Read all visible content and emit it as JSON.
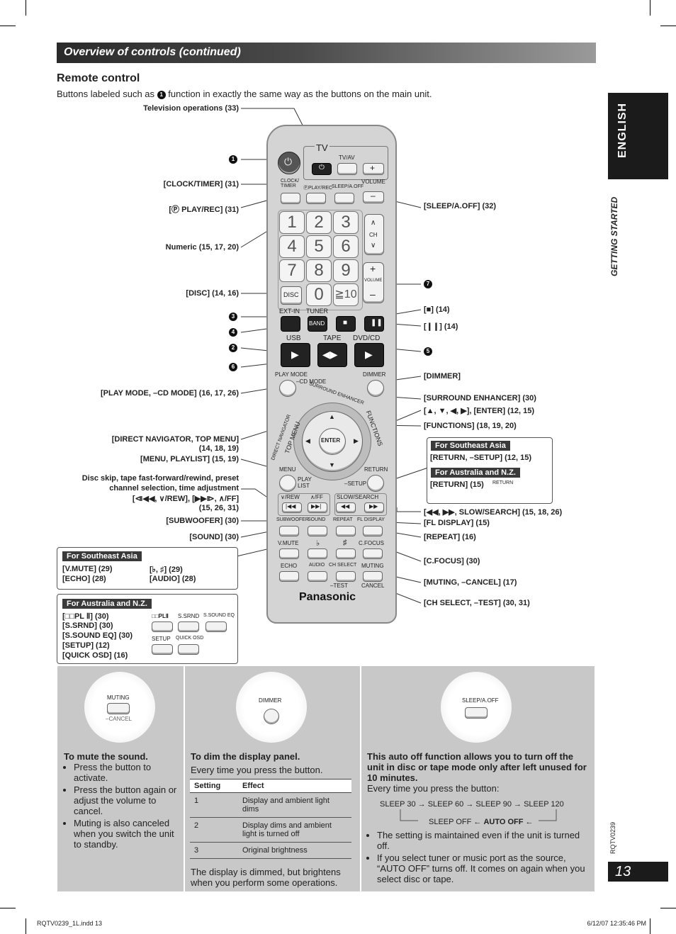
{
  "header": {
    "title": "Overview of controls (continued)"
  },
  "side_tab": {
    "label": "ENGLISH",
    "section": "GETTING STARTED",
    "code": "RQTV0239"
  },
  "page_number": "13",
  "intro": {
    "heading": "Remote control",
    "text_before": "Buttons labeled such as",
    "marker": "1",
    "text_after": "function in exactly the same way as the buttons on the main unit."
  },
  "left_labels": {
    "tv_ops": "Television operations (33)",
    "one": "1",
    "clock": "[CLOCK/TIMER] (31)",
    "playrec": "[Ⓟ PLAY/REC] (31)",
    "numeric": "Numeric (15, 17, 20)",
    "disc": "[DISC] (14, 16)",
    "three": "3",
    "four": "4",
    "two": "2",
    "six": "6",
    "playmode": "[PLAY MODE, –CD MODE] (16, 17, 26)",
    "direct_nav_1": "[DIRECT NAVIGATOR, TOP MENU]",
    "direct_nav_2": "(14, 18, 19)",
    "menu": "[MENU, PLAYLIST] (15, 19)",
    "skip_1": "Disc skip, tape fast-forward/rewind, preset",
    "skip_2": "channel selection, time adjustment",
    "skip_3": "[⧏◀◀, ∨/REW], [▶▶⧐, ∧/FF]",
    "skip_4": "(15, 26, 31)",
    "subwoofer": "[SUBWOOFER] (30)",
    "sound": "[SOUND] (30)"
  },
  "right_labels": {
    "sleep": "[SLEEP/A.OFF] (32)",
    "seven": "7",
    "stop": "[■] (14)",
    "pause": "[❙❙] (14)",
    "five": "5",
    "dimmer": "[DIMMER]",
    "surround": "[SURROUND ENHANCER] (30)",
    "enter": "[▲, ▼, ◀, ▶], [ENTER] (12, 15)",
    "functions": "[FUNCTIONS] (18, 19, 20)",
    "slow": "[◀◀, ▶▶, SLOW/SEARCH] (15, 18, 26)",
    "fldisplay": "[FL DISPLAY] (15)",
    "repeat": "[REPEAT] (16)",
    "cfocus": "[C.FOCUS] (30)",
    "muting": "[MUTING, –CANCEL] (17)",
    "chselect": "[CH SELECT, –TEST] (30, 31)"
  },
  "return_box": {
    "sea_header": "For Southeast Asia",
    "sea_text": "[RETURN, –SETUP] (12, 15)",
    "anz_header": "For Australia and N.Z.",
    "anz_text": "[RETURN] (15)",
    "anz_icon": "RETURN"
  },
  "sea_box": {
    "header": "For Southeast Asia",
    "items": [
      "[V.MUTE] (29)",
      "[ECHO] (28)",
      "[♭, ♯] (29)",
      "[AUDIO] (28)"
    ]
  },
  "anz_box": {
    "header": "For Australia and N.Z.",
    "items": [
      "[□□PL Ⅱ] (30)",
      "[S.SRND] (30)",
      "[S.SOUND EQ] (30)",
      "[SETUP] (12)",
      "[QUICK OSD] (16)"
    ],
    "btn_labels": [
      "□□PLⅡ",
      "S.SRND",
      "S.SOUND EQ",
      "SETUP",
      "QUICK OSD"
    ]
  },
  "remote": {
    "tv": "TV",
    "tvav": "TV/AV",
    "volume": "VOLUME",
    "clock": "CLOCK/ TIMER",
    "playrec": "ⓅPLAY/REC",
    "sleep": "SLEEP/A.OFF",
    "digits": [
      "1",
      "2",
      "3",
      "4",
      "5",
      "6",
      "7",
      "8",
      "9",
      "0",
      "≧10"
    ],
    "disc": "DISC",
    "ch": "CH",
    "extin": "EXT-IN",
    "tuner": "TUNER",
    "band": "BAND",
    "usb": "USB",
    "tape": "TAPE",
    "dvdcd": "DVD/CD",
    "playmode": "PLAY MODE",
    "cdmode": "–CD MODE",
    "dimmer": "DIMMER",
    "surround": "SURROUND ENHANCER",
    "direct_nav": "DIRECT NAVIGATOR",
    "top_menu": "TOP MENU",
    "functions": "FUNCTIONS",
    "enter": "ENTER",
    "menu": "MENU",
    "playlist": "PLAY LIST",
    "return": "RETURN",
    "setup": "–SETUP",
    "vrew": "∨/REW",
    "aff": "∧/FF",
    "slow": "SLOW/SEARCH",
    "subwoofer": "SUBWOOFER",
    "sound": "SOUND",
    "repeat": "REPEAT",
    "fldisplay": "FL DISPLAY",
    "vmute": "V.MUTE",
    "flat": "♭",
    "sharp": "♯",
    "cfocus": "C.FOCUS",
    "echo": "ECHO",
    "audio": "AUDIO",
    "chselect": "CH SELECT",
    "muting": "MUTING",
    "test": "–TEST",
    "cancel": "CANCEL",
    "brand": "Panasonic"
  },
  "panels": {
    "mute": {
      "btn_label": "MUTING",
      "btn_sub": "–CANCEL",
      "title": "To mute the sound.",
      "bullets": [
        "Press the button to activate.",
        "Press the button again or adjust the volume to cancel.",
        "Muting is also canceled when you switch the unit to standby."
      ]
    },
    "dim": {
      "btn_label": "DIMMER",
      "title": "To dim the display panel.",
      "intro": "Every time you press the button.",
      "col_setting": "Setting",
      "col_effect": "Effect",
      "rows": [
        {
          "setting": "1",
          "effect": "Display and ambient light dims"
        },
        {
          "setting": "2",
          "effect": "Display dims and ambient light is turned off"
        },
        {
          "setting": "3",
          "effect": "Original brightness"
        }
      ],
      "footer": "The display is dimmed, but brightens when you perform some operations."
    },
    "sleep": {
      "btn_label": "SLEEP/A.OFF",
      "title": "This auto off function allows you to turn off the unit in disc or tape mode only after left unused for 10 minutes.",
      "intro": "Every time you press the button:",
      "seq": [
        "SLEEP 30",
        "SLEEP 60",
        "SLEEP 90",
        "SLEEP 120"
      ],
      "seq_off": "SLEEP OFF",
      "seq_auto": "AUTO OFF",
      "bullets": [
        "The setting is maintained even if the unit is turned off.",
        "If you select tuner or music port as the source, “AUTO OFF” turns off. It comes on again when you select disc or tape."
      ]
    }
  },
  "footer": {
    "left": "RQTV0239_1L.indd   13",
    "right": "6/12/07   12:35:46 PM"
  }
}
